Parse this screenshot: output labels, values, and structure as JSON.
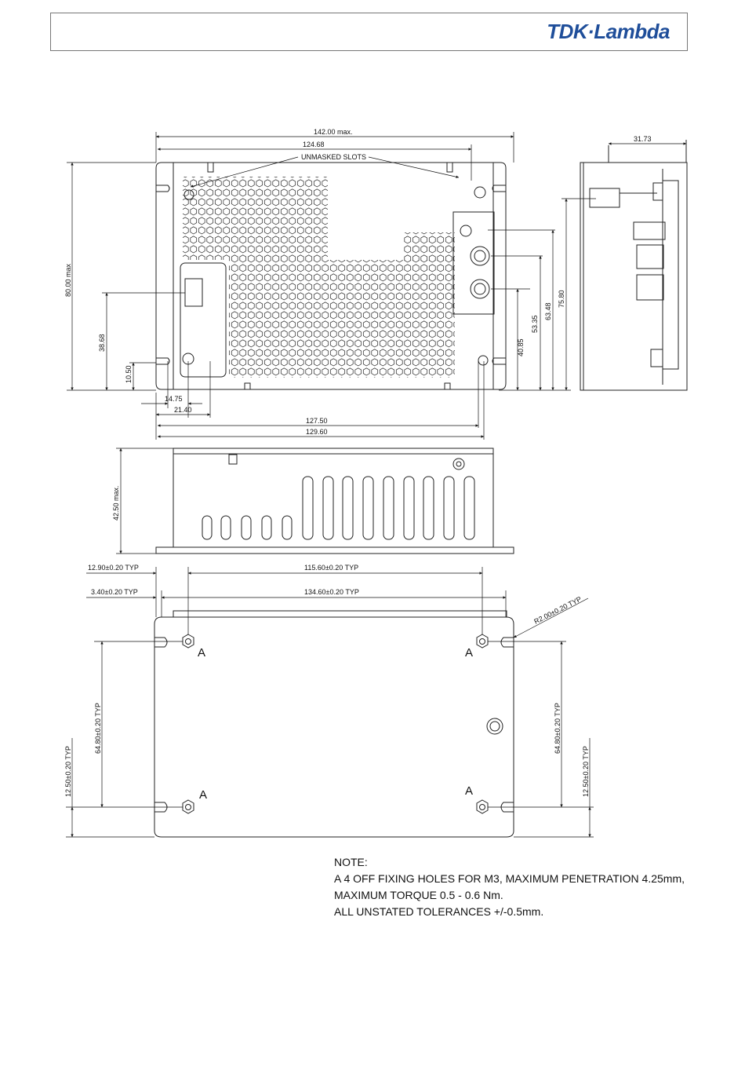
{
  "header": {
    "brand": "TDK·Lambda"
  },
  "drawing": {
    "top_view": {
      "dims": {
        "width_max": "142.00 max.",
        "slots_span": "124.68",
        "unmasked_slots": "UNMASKED SLOTS",
        "height_max": "80.00 max",
        "d38_68": "38.68",
        "d10_50": "10.50",
        "d14_75": "14.75",
        "d21_40": "21.40",
        "d127_50": "127.50",
        "d129_60": "129.60",
        "d40_85": "40.85",
        "d53_35": "53.35",
        "d63_48": "63.48",
        "d75_80": "75.80"
      }
    },
    "side_view": {
      "dims": {
        "d31_73": "31.73"
      }
    },
    "front_view": {
      "dims": {
        "height_max": "42.50 max."
      }
    },
    "bottom_view": {
      "dims": {
        "d12_90": "12.90±0.20 TYP",
        "d115_60": "115.60±0.20 TYP",
        "d3_40": "3.40±0.20 TYP",
        "d134_60": "134.60±0.20 TYP",
        "radius": "R2.00±0.20 TYP",
        "d64_80_left": "64.80±0.20 TYP",
        "d12_50_left": "12.50±0.20 TYP",
        "d64_80_right": "64.80±0.20 TYP",
        "d12_50_right": "12.50±0.20 TYP"
      },
      "hole_label": "A"
    }
  },
  "notes": {
    "title": "NOTE:",
    "line1": "A 4 OFF FIXING HOLES FOR M3, MAXIMUM PENETRATION 4.25mm,",
    "line2": "MAXIMUM TORQUE 0.5 - 0.6 Nm.",
    "line3": "ALL UNSTATED TOLERANCES +/-0.5mm."
  }
}
